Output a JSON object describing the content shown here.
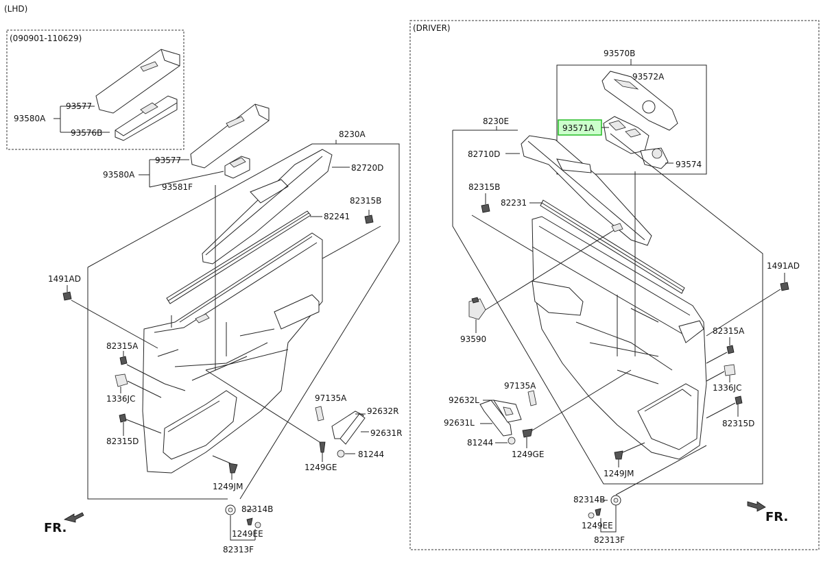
{
  "left_panel": {
    "variant": "(LHD)",
    "inset_range": "(090901-110629)",
    "labels": {
      "inset_93577": "93577",
      "inset_93580A": "93580A",
      "inset_93576B": "93576B",
      "l_93577": "93577",
      "l_93580A": "93580A",
      "l_93581F": "93581F",
      "l_8230A": "8230A",
      "l_82720D": "82720D",
      "l_82315B": "82315B",
      "l_82241": "82241",
      "l_1491AD": "1491AD",
      "l_82315A": "82315A",
      "l_1336JC": "1336JC",
      "l_82315D": "82315D",
      "l_97135A": "97135A",
      "l_92632R": "92632R",
      "l_92631R": "92631R",
      "l_1249GE": "1249GE",
      "l_81244": "81244",
      "l_1249JM": "1249JM",
      "l_82314B": "82314B",
      "l_1249EE": "1249EE",
      "l_82313F": "82313F"
    },
    "direction": "FR."
  },
  "right_panel": {
    "variant": "(DRIVER)",
    "labels": {
      "r_93570B": "93570B",
      "r_93572A": "93572A",
      "r_93571A": "93571A",
      "r_93574": "93574",
      "r_8230E": "8230E",
      "r_82710D": "82710D",
      "r_82315B": "82315B",
      "r_82231": "82231",
      "r_1491AD": "1491AD",
      "r_93590": "93590",
      "r_82315A": "82315A",
      "r_1336JC": "1336JC",
      "r_82315D": "82315D",
      "r_97135A": "97135A",
      "r_92632L": "92632L",
      "r_92631L": "92631L",
      "r_81244": "81244",
      "r_1249GE": "1249GE",
      "r_1249JM": "1249JM",
      "r_82314B": "82314B",
      "r_1249EE": "1249EE",
      "r_82313F": "82313F"
    },
    "direction": "FR.",
    "highlight_color": "#22bb22"
  }
}
